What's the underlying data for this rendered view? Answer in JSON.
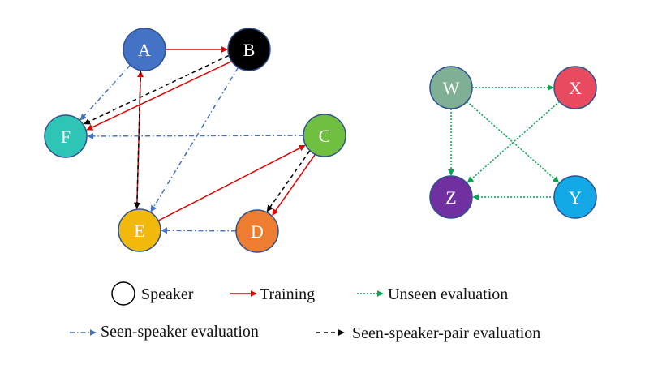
{
  "nodes": [
    {
      "id": "A",
      "label": "A",
      "color": "#4472C4",
      "stroke": "#2F528F"
    },
    {
      "id": "B",
      "label": "B",
      "color": "#000000",
      "stroke": "#2F528F"
    },
    {
      "id": "C",
      "label": "C",
      "color": "#70BF41",
      "stroke": "#2F528F"
    },
    {
      "id": "D",
      "label": "D",
      "color": "#ED7D31",
      "stroke": "#2F528F"
    },
    {
      "id": "E",
      "label": "E",
      "color": "#F2B90D",
      "stroke": "#2F528F"
    },
    {
      "id": "F",
      "label": "F",
      "color": "#2EC4B6",
      "stroke": "#2F528F"
    },
    {
      "id": "W",
      "label": "W",
      "color": "#7FAF95",
      "stroke": "#2F528F"
    },
    {
      "id": "X",
      "label": "X",
      "color": "#E84B5F",
      "stroke": "#2F528F"
    },
    {
      "id": "Y",
      "label": "Y",
      "color": "#12A9E6",
      "stroke": "#2F528F"
    },
    {
      "id": "Z",
      "label": "Z",
      "color": "#7030A0",
      "stroke": "#2F528F"
    }
  ],
  "edge_styles": {
    "training": {
      "color": "#E00000",
      "dash": "none"
    },
    "seen_speaker": {
      "color": "#4472C4",
      "dash": "6 3 1.5 3"
    },
    "seen_pair": {
      "color": "#000000",
      "dash": "5 4"
    },
    "unseen": {
      "color": "#00A650",
      "dash": "2 2"
    }
  },
  "edges": [
    {
      "from": "A",
      "to": "B",
      "type": "training"
    },
    {
      "from": "B",
      "to": "F",
      "type": "training"
    },
    {
      "from": "E",
      "to": "A",
      "type": "training"
    },
    {
      "from": "E",
      "to": "C",
      "type": "training"
    },
    {
      "from": "C",
      "to": "D",
      "type": "training"
    },
    {
      "from": "B",
      "to": "F",
      "type": "seen_pair"
    },
    {
      "from": "A",
      "to": "E",
      "type": "seen_pair"
    },
    {
      "from": "C",
      "to": "D",
      "type": "seen_pair"
    },
    {
      "from": "A",
      "to": "F",
      "type": "seen_speaker"
    },
    {
      "from": "C",
      "to": "F",
      "type": "seen_speaker"
    },
    {
      "from": "B",
      "to": "E",
      "type": "seen_speaker"
    },
    {
      "from": "D",
      "to": "E",
      "type": "seen_speaker"
    },
    {
      "from": "W",
      "to": "X",
      "type": "unseen"
    },
    {
      "from": "W",
      "to": "Z",
      "type": "unseen"
    },
    {
      "from": "W",
      "to": "Y",
      "type": "unseen"
    },
    {
      "from": "X",
      "to": "Z",
      "type": "unseen"
    },
    {
      "from": "Y",
      "to": "Z",
      "type": "unseen"
    }
  ],
  "legend": {
    "speaker": "Speaker",
    "training": "Training",
    "unseen": "Unseen evaluation",
    "seen_speaker": "Seen-speaker evaluation",
    "seen_pair": "Seen-speaker-pair evaluation"
  }
}
